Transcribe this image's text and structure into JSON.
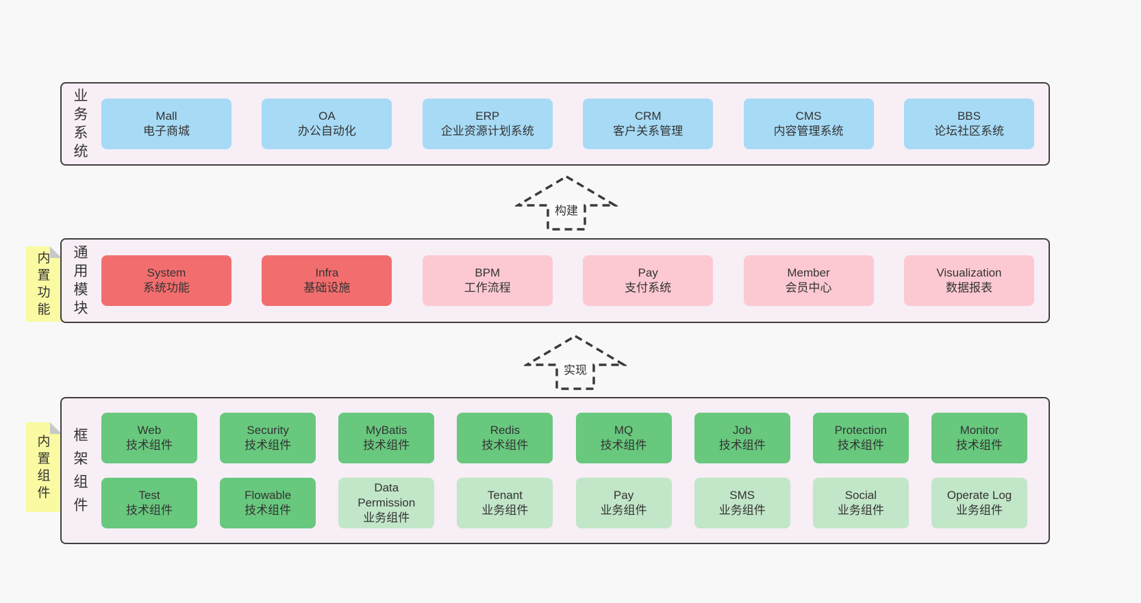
{
  "colors": {
    "page_bg": "#f8f8f8",
    "panel_bg": "#f7eef6",
    "panel_border": "#3f3f3f",
    "business_box": "#a7daf5",
    "core_module_box": "#f26e6e",
    "optional_module_box": "#fcc9d2",
    "tech_component_box": "#68c87e",
    "biz_component_box": "#c2e6c8",
    "sticky_note_bg": "#fafaa2",
    "sticky_note_fold": "#c8c8c8",
    "text": "#333333",
    "arrow_stroke": "#3a3a3a"
  },
  "arrows": [
    {
      "label": "构建"
    },
    {
      "label": "实现"
    }
  ],
  "layers": [
    {
      "side_label": "业务系统",
      "boxes": [
        {
          "name": "Mall",
          "desc": "电子商城"
        },
        {
          "name": "OA",
          "desc": "办公自动化"
        },
        {
          "name": "ERP",
          "desc": "企业资源计划系统"
        },
        {
          "name": "CRM",
          "desc": "客户关系管理"
        },
        {
          "name": "CMS",
          "desc": "内容管理系统"
        },
        {
          "name": "BBS",
          "desc": "论坛社区系统"
        }
      ]
    },
    {
      "side_label": "通用模块",
      "note": "内置功能",
      "boxes": [
        {
          "name": "System",
          "desc": "系统功能"
        },
        {
          "name": "Infra",
          "desc": "基础设施"
        },
        {
          "name": "BPM",
          "desc": "工作流程"
        },
        {
          "name": "Pay",
          "desc": "支付系统"
        },
        {
          "name": "Member",
          "desc": "会员中心"
        },
        {
          "name": "Visualization",
          "desc": "数据报表"
        }
      ]
    },
    {
      "side_label": "框架组件",
      "note": "内置组件",
      "boxes": [
        {
          "name": "Web",
          "desc": "技术组件"
        },
        {
          "name": "Security",
          "desc": "技术组件"
        },
        {
          "name": "MyBatis",
          "desc": "技术组件"
        },
        {
          "name": "Redis",
          "desc": "技术组件"
        },
        {
          "name": "MQ",
          "desc": "技术组件"
        },
        {
          "name": "Job",
          "desc": "技术组件"
        },
        {
          "name": "Protection",
          "desc": "技术组件"
        },
        {
          "name": "Monitor",
          "desc": "技术组件"
        },
        {
          "name": "Test",
          "desc": "技术组件"
        },
        {
          "name": "Flowable",
          "desc": "技术组件"
        },
        {
          "name": "Data Permission",
          "desc": "业务组件"
        },
        {
          "name": "Tenant",
          "desc": "业务组件"
        },
        {
          "name": "Pay",
          "desc": "业务组件"
        },
        {
          "name": "SMS",
          "desc": "业务组件"
        },
        {
          "name": "Social",
          "desc": "业务组件"
        },
        {
          "name": "Operate Log",
          "desc": "业务组件"
        }
      ]
    }
  ]
}
